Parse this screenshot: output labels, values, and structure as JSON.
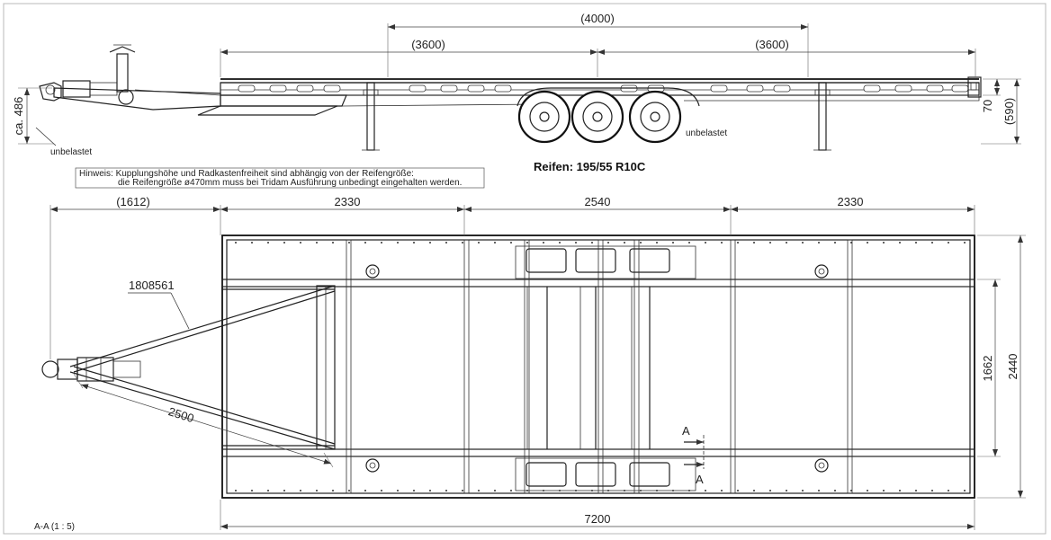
{
  "side_view": {
    "dimensions": {
      "overall_top": "(4000)",
      "left_section": "(3600)",
      "right_section": "(3600)",
      "coupling_height": "ca. 486",
      "rear_70": "70",
      "rear_590": "(590)"
    },
    "labels": {
      "unloaded_left": "unbelastet",
      "unloaded_right": "unbelastet"
    }
  },
  "tire_label": "Reifen: 195/55 R10C",
  "note": {
    "line1": "Hinweis: Kupplungshöhe und Radkastenfreiheit sind abhängig von der Reifengröße:",
    "line2": "die Reifengröße ø470mm muss bei Tridam Ausführung unbedingt eingehalten werden."
  },
  "top_view": {
    "dimensions": {
      "drawbar": "(1612)",
      "seg1": "2330",
      "seg2": "2540",
      "seg3": "2330",
      "overall_length": "7200",
      "inner_width": "1662",
      "overall_width": "2440",
      "drawbar_length": "2500",
      "part_number": "1808561"
    },
    "section_markers": {
      "upper": "A",
      "lower": "A"
    }
  },
  "section_label": "A-A  (1 : 5)"
}
